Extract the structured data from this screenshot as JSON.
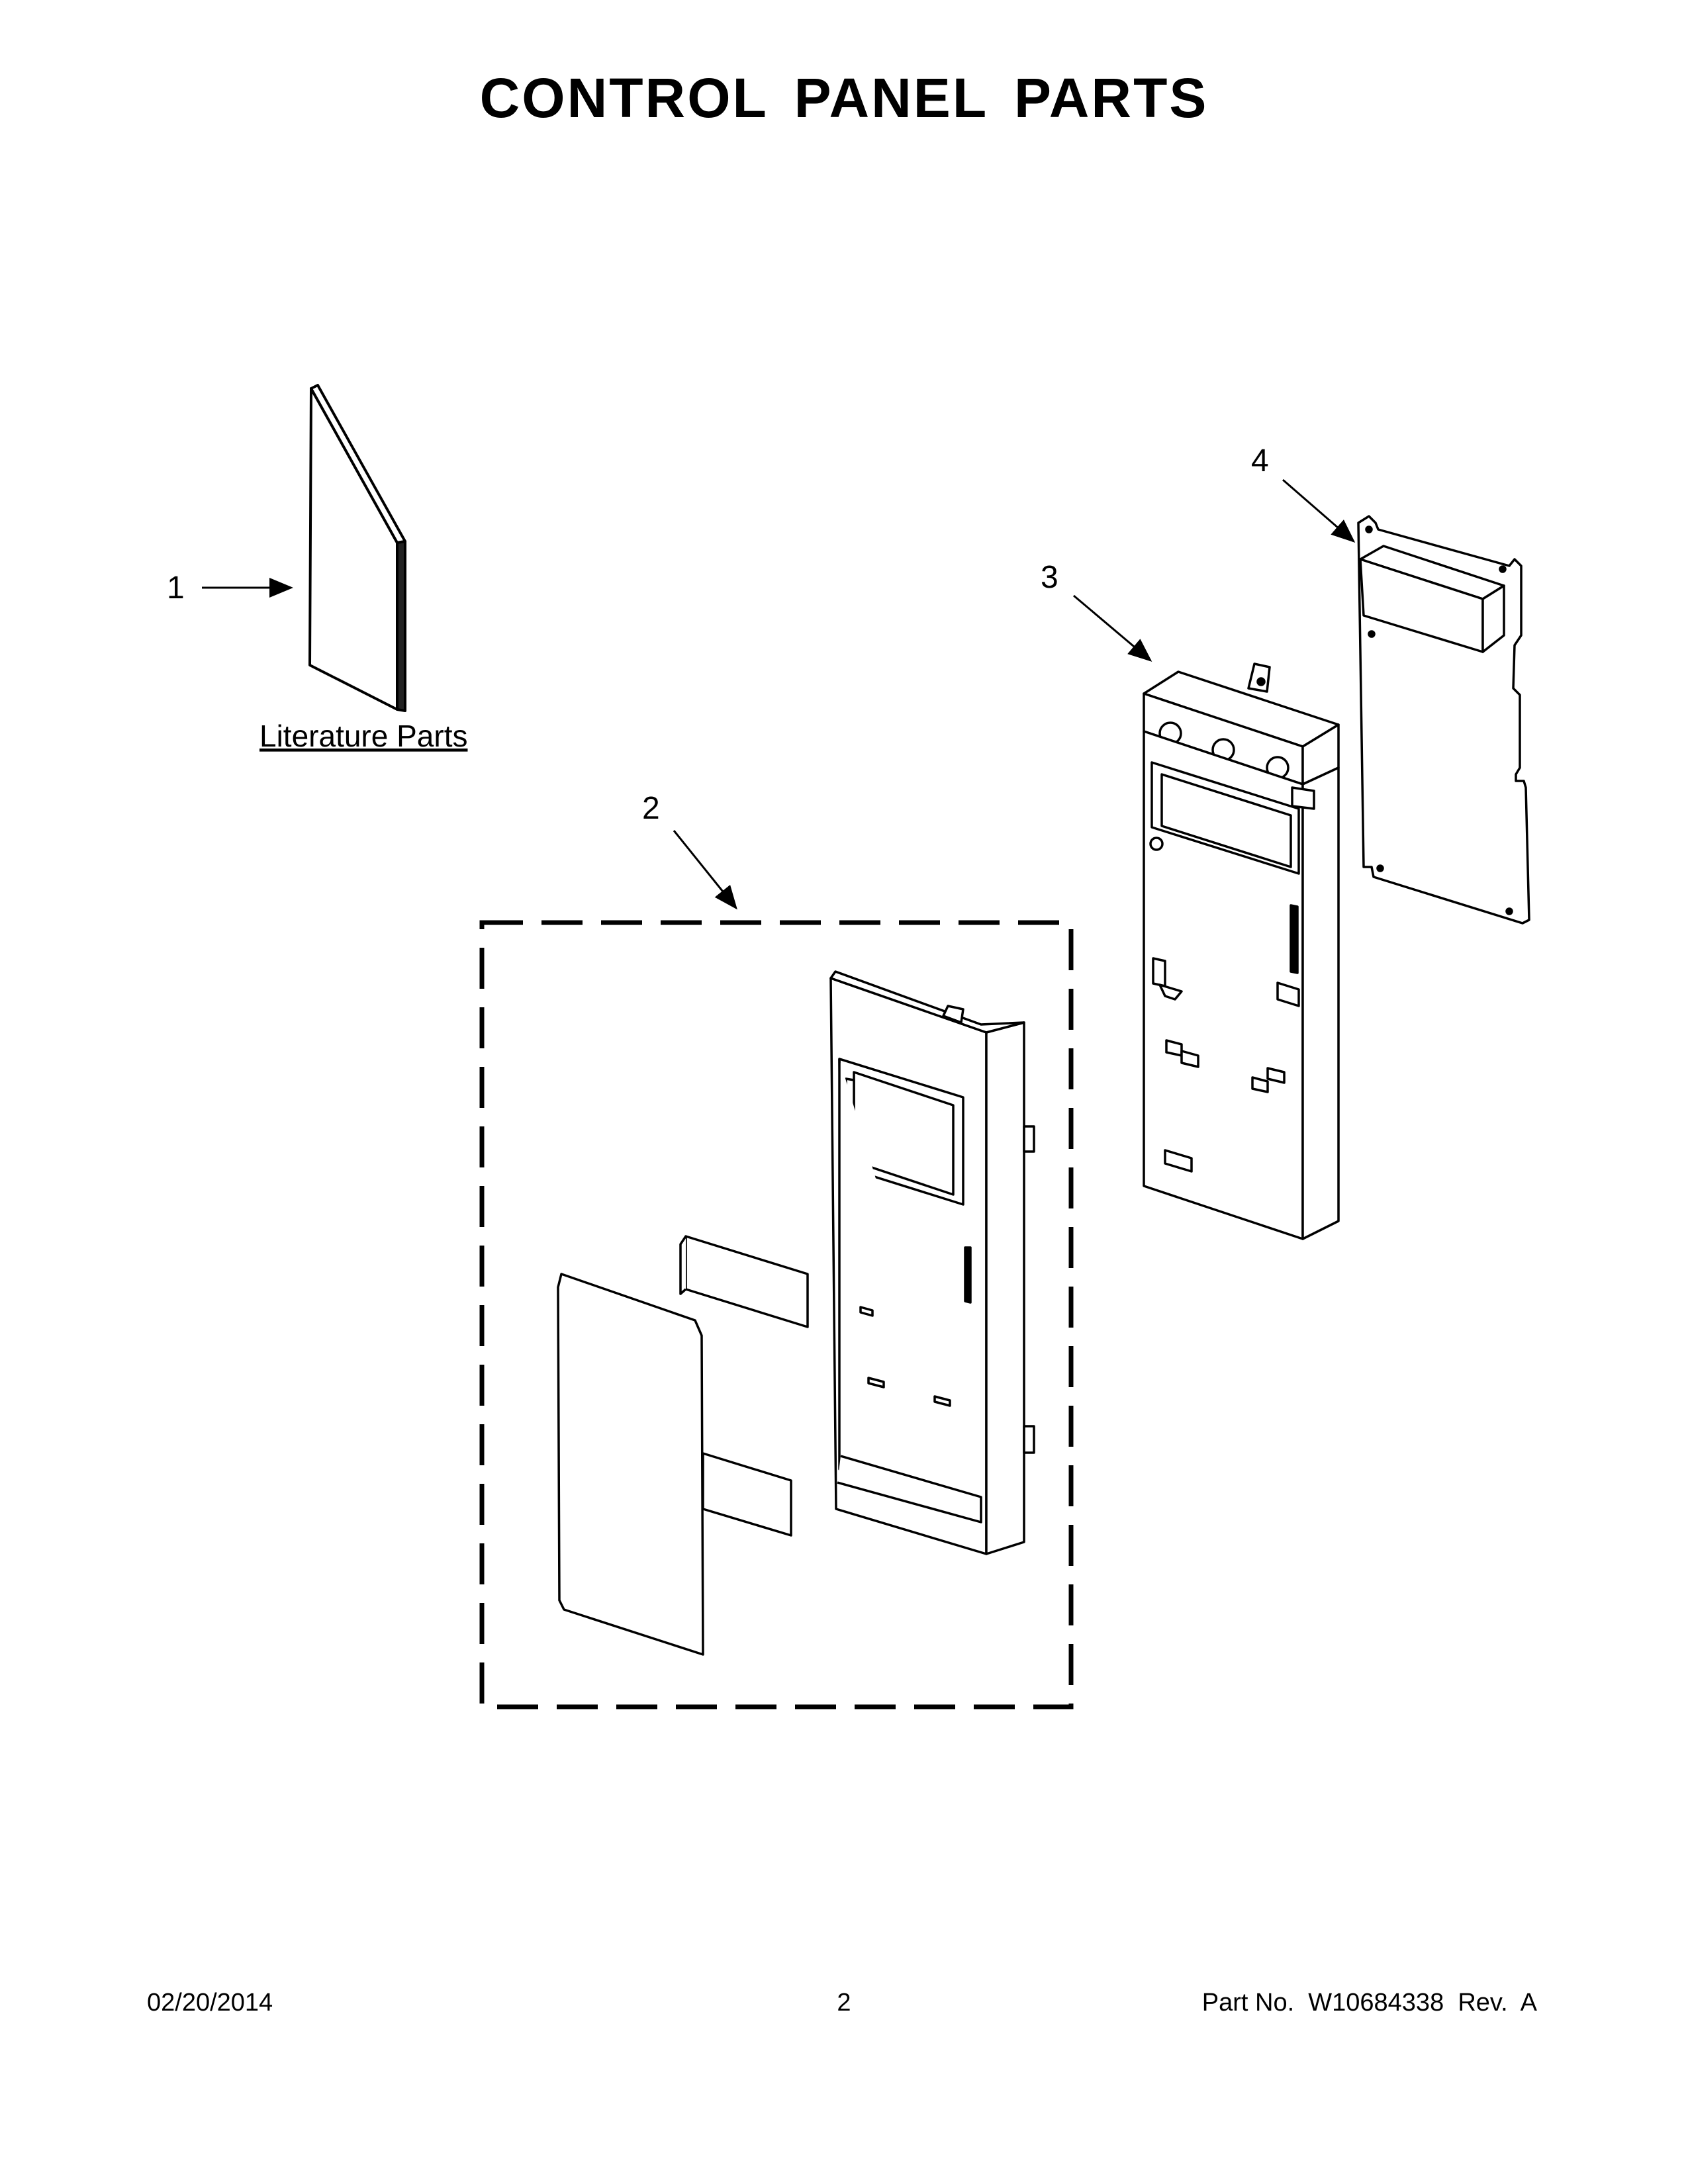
{
  "page": {
    "title": "CONTROL PANEL PARTS"
  },
  "diagram": {
    "callouts": [
      "1",
      "2",
      "3",
      "4"
    ],
    "literature_label": "Literature Parts",
    "icons": [
      "literature-booklet-icon",
      "control-panel-assembly-icon",
      "control-panel-frame-icon",
      "control-board-icon"
    ]
  },
  "footer": {
    "date": "02/20/2014",
    "page_number": "2",
    "part_info": "Part No.  W10684338  Rev.  A"
  }
}
